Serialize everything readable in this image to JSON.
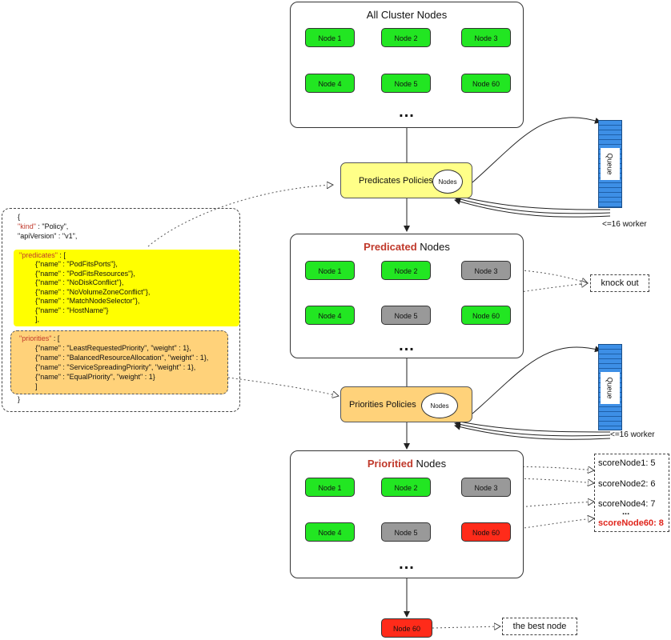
{
  "all_nodes": {
    "title": "All Cluster Nodes",
    "nodes": [
      "Node 1",
      "Node 2",
      "Node 3",
      "Node 4",
      "Node 5",
      "Node 60"
    ],
    "more": "..."
  },
  "predicates_policies": {
    "label": "Predicates Policies",
    "oval": "Nodes"
  },
  "predicated_nodes": {
    "title_highlight": "Predicated",
    "title_rest": " Nodes",
    "nodes": [
      "Node 1",
      "Node 2",
      "Node 3",
      "Node 4",
      "Node 5",
      "Node 60"
    ],
    "more": "..."
  },
  "knock_out": "knock out",
  "priorities_policies": {
    "label": "Priorities Policies",
    "oval": "Nodes"
  },
  "prioritied_nodes": {
    "title_highlight": "Prioritied",
    "title_rest": " Nodes",
    "nodes": [
      "Node 1",
      "Node 2",
      "Node 3",
      "Node 4",
      "Node 5",
      "Node 60"
    ],
    "more": "..."
  },
  "queue_top": {
    "label": "Queue",
    "worker": "<=16 worker"
  },
  "queue_bottom": {
    "label": "Queue",
    "worker": "<=16 worker"
  },
  "scores": [
    "scoreNode1: 5",
    "scoreNode2: 6",
    "scoreNode4: 7",
    "...",
    "scoreNode60: 8"
  ],
  "best": {
    "node": "Node 60",
    "label": "the best node"
  },
  "policy_json": {
    "open": "{",
    "kind_key": "\"kind\"",
    "kind_rest": " : \"Policy\",",
    "api_line": "\"apiVersion\" : \"v1\",",
    "predicates_key": "\"predicates\"",
    "predicates_rest": " : [",
    "predicates": [
      "{\"name\" : \"PodFitsPorts\"},",
      "{\"name\" : \"PodFitsResources\"},",
      "{\"name\" : \"NoDiskConflict\"},",
      "{\"name\" : \"NoVolumeZoneConflict\"},",
      "{\"name\" : \"MatchNodeSelector\"},",
      "{\"name\" : \"HostName\"}"
    ],
    "predicates_close": "],",
    "priorities_key": "\"priorities\"",
    "priorities_rest": " : [",
    "priorities": [
      "{\"name\" : \"LeastRequestedPriority\", \"weight\" : 1},",
      "{\"name\" : \"BalancedResourceAllocation\", \"weight\" : 1},",
      "{\"name\" : \"ServiceSpreadingPriority\", \"weight\" : 1},",
      "{\"name\" : \"EqualPriority\", \"weight\" : 1}"
    ],
    "priorities_close": "]",
    "close": "}"
  },
  "colors": {
    "green": "#22e622",
    "gray": "#999999",
    "red": "#ff2b1a",
    "yellow": "#ffff88",
    "orange": "#ffd27a",
    "queue": "#3d8fe6"
  }
}
